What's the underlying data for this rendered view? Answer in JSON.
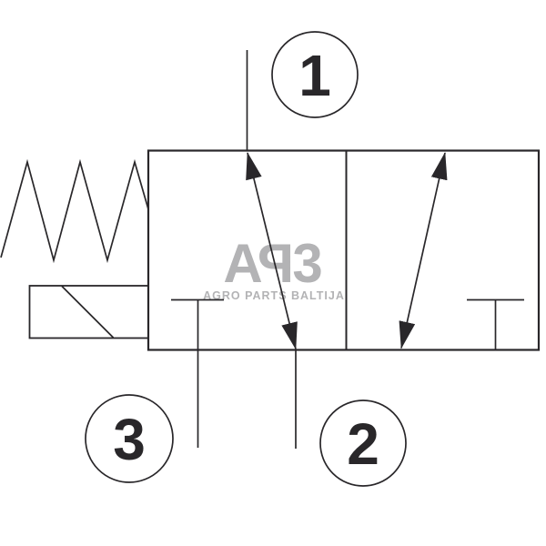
{
  "diagram_type": "solenoid-valve-schematic-3-2",
  "ports": [
    {
      "label": "1"
    },
    {
      "label": "2"
    },
    {
      "label": "3"
    }
  ],
  "watermark": {
    "logo_glyph_a": "A",
    "logo_glyph_p": "P",
    "logo_glyph_b": "3",
    "tagline": "AGRO PARTS BALTIJA"
  },
  "colors": {
    "line": "#29272a",
    "watermark": "#b3b3b5",
    "background": "#ffffff"
  }
}
